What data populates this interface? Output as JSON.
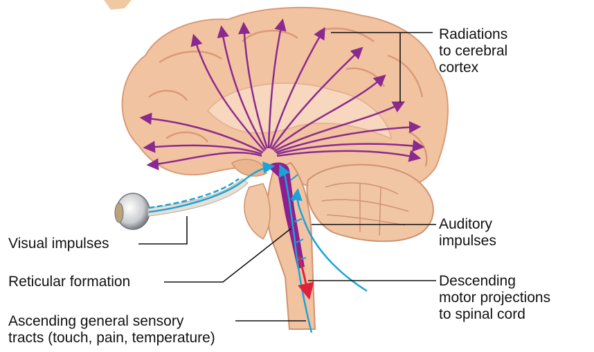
{
  "labels": {
    "radiations": [
      "Radiations",
      "to cerebral",
      "cortex"
    ],
    "auditory": [
      "Auditory",
      "impulses"
    ],
    "descending": [
      "Descending",
      "motor projections",
      "to spinal cord"
    ],
    "visual": "Visual impulses",
    "reticular": "Reticular formation",
    "ascending": [
      "Ascending general sensory",
      "tracts (touch, pain, temperature)"
    ]
  },
  "colors": {
    "radiation_arrows": "#8b2a8e",
    "reticular_formation": "#8e1f8f",
    "sensory_impulses": "#1aa3d9",
    "motor_projections": "#e0213a",
    "brain_tissue": "#f2c3a0",
    "leader_lines": "#111111"
  }
}
